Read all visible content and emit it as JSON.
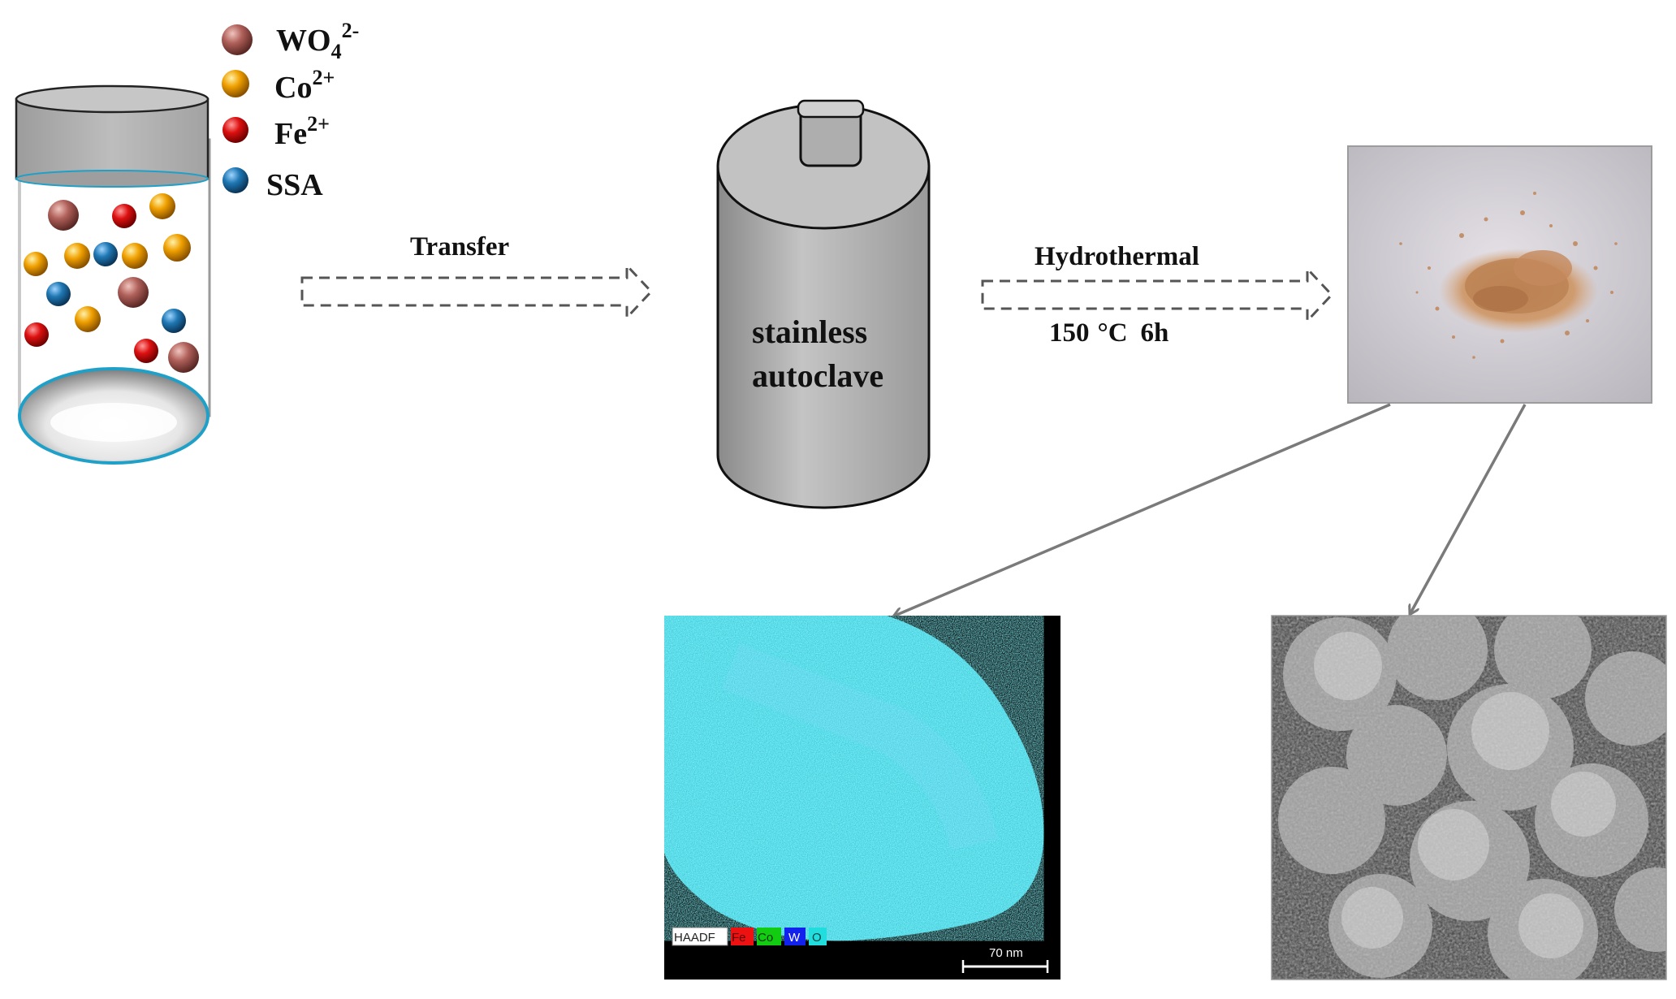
{
  "legend": {
    "wo4": {
      "base": "WO",
      "sub": "4",
      "sup": "2-",
      "color": "#b0605a"
    },
    "co": {
      "base": "Co",
      "sup": "2+",
      "color": "#f0a000"
    },
    "fe": {
      "base": "Fe",
      "sup": "2+",
      "color": "#dd1010"
    },
    "ssa": {
      "label": "SSA",
      "color": "#1f78b4"
    }
  },
  "steps": {
    "transfer": "Transfer",
    "hydrothermal": "Hydrothermal",
    "conditions_temp": "150",
    "conditions_unit": "°C",
    "conditions_time": "6h"
  },
  "autoclave": {
    "line1": "stainless",
    "line2": "autoclave"
  },
  "mapping": {
    "legend_labels": [
      "HAADF",
      "Fe",
      "Co",
      "W",
      "O"
    ],
    "legend_colors": [
      "#ffffff",
      "#ee1111",
      "#11cc11",
      "#1122ee",
      "#22dddd"
    ],
    "scale_bar": "70 nm"
  }
}
